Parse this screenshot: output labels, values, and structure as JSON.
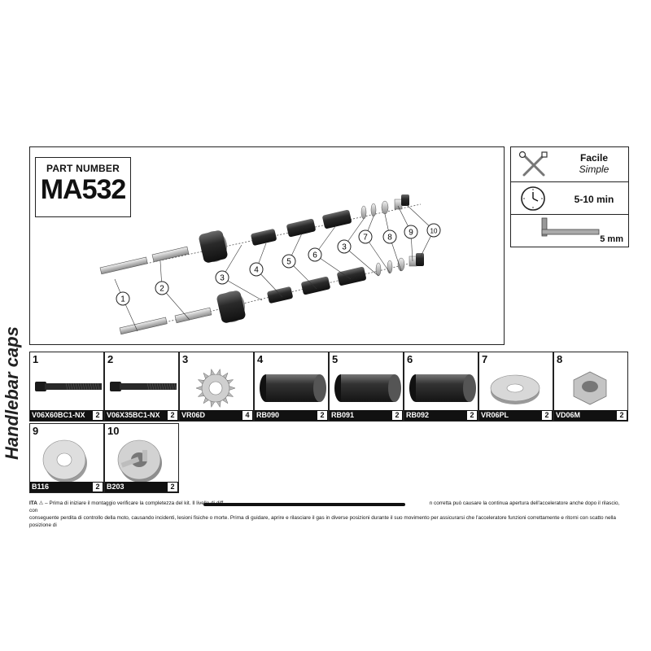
{
  "side_title": "Handlebar caps",
  "part": {
    "label": "PART NUMBER",
    "number": "MA532"
  },
  "info": {
    "difficulty_it": "Facile",
    "difficulty_en": "Simple",
    "time": "5-10 min",
    "tool_size": "5 mm",
    "icons": [
      "screwdriver-wrench-icon",
      "clock-icon",
      "hex-key-icon"
    ]
  },
  "callouts": [
    "1",
    "2",
    "3",
    "4",
    "5",
    "6",
    "3",
    "7",
    "8",
    "9",
    "10"
  ],
  "parts": [
    {
      "index": "1",
      "code": "V06X60BC1-NX",
      "qty": "2",
      "icon": "long-bolt-icon"
    },
    {
      "index": "2",
      "code": "V06X35BC1-NX",
      "qty": "2",
      "icon": "short-bolt-icon"
    },
    {
      "index": "3",
      "code": "VR06D",
      "qty": "4",
      "icon": "serrated-washer-icon"
    },
    {
      "index": "4",
      "code": "RB090",
      "qty": "2",
      "icon": "rubber-spacer-icon"
    },
    {
      "index": "5",
      "code": "RB091",
      "qty": "2",
      "icon": "rubber-spacer-icon"
    },
    {
      "index": "6",
      "code": "RB092",
      "qty": "2",
      "icon": "rubber-spacer-icon"
    },
    {
      "index": "7",
      "code": "VR06PL",
      "qty": "2",
      "icon": "flat-washer-icon"
    },
    {
      "index": "8",
      "code": "VD06M",
      "qty": "2",
      "icon": "hex-nut-icon"
    },
    {
      "index": "9",
      "code": "B116",
      "qty": "2",
      "icon": "bushing-icon"
    },
    {
      "index": "10",
      "code": "B203",
      "qty": "2",
      "icon": "expander-icon"
    }
  ],
  "note": {
    "lang": "ITA",
    "line1": "– Prima di iniziare il montaggio verificare la completezza del kit. Il livello di diff",
    "line1b": "n corretta può causare la continua apertura dell'acceleratore anche dopo il rilascio, con",
    "line2": "conseguente perdita di controllo della moto, causando incidenti, lesioni fisiche o morte. Prima di guidare, aprire e rilasciare il gas in diverse posizioni durante il suo movimento per assicurarsi che l'acceleratore funzioni correttamente e ritorni con scatto nella posizione di"
  },
  "colors": {
    "ink": "#111111",
    "rubber": "#2b2b2b",
    "metal": "#c8c8c8"
  }
}
